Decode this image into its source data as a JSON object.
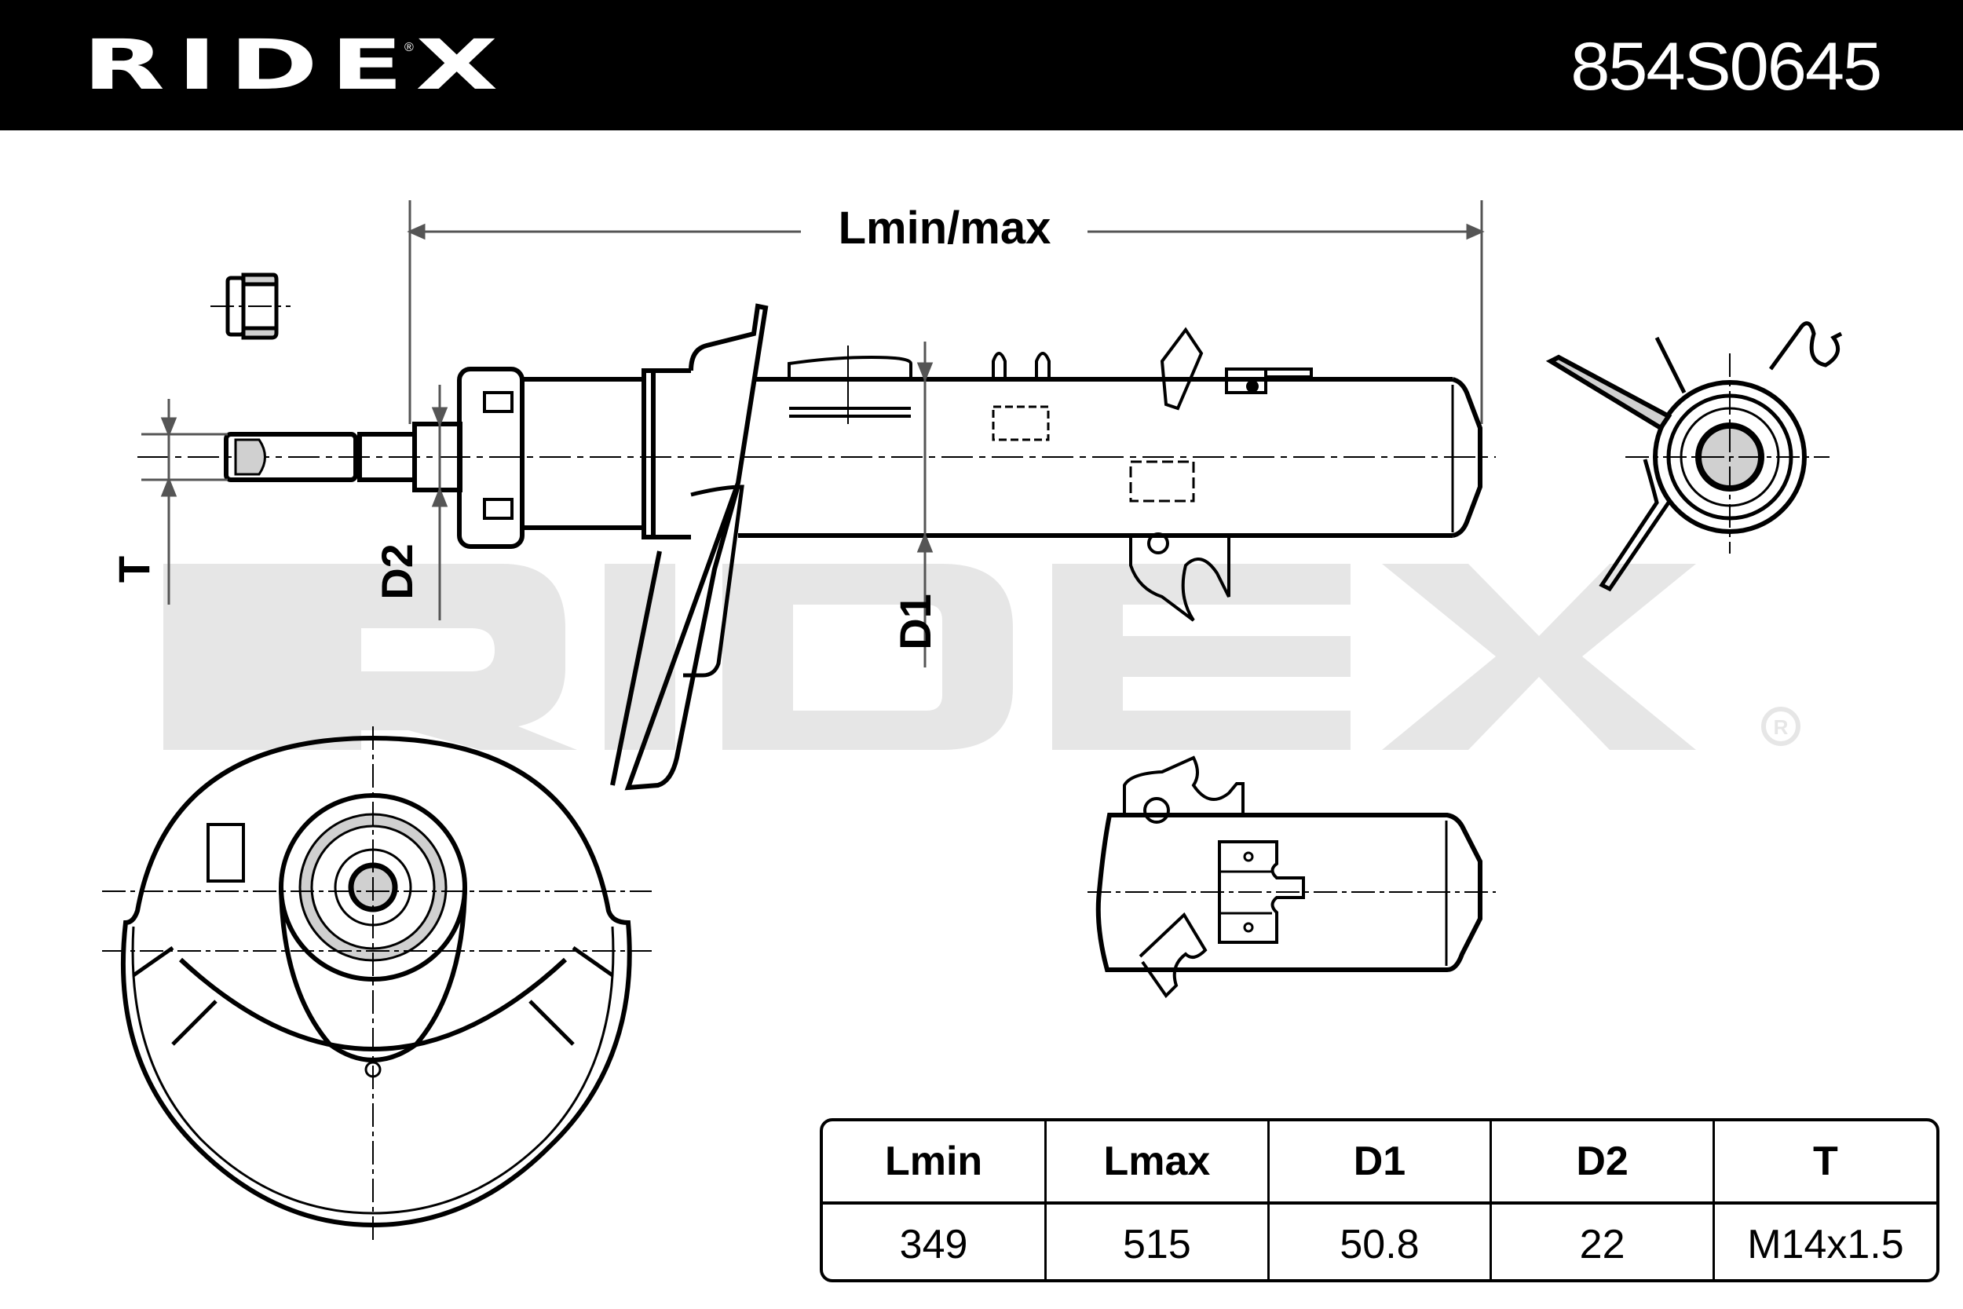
{
  "header": {
    "brand": "RIDEX",
    "registered_mark": "®",
    "part_number": "854S0645"
  },
  "drawing": {
    "dimension_labels": {
      "length": "Lmin/max",
      "thread": "T",
      "rod_diameter": "D2",
      "tube_diameter": "D1"
    },
    "watermark": "RIDEX",
    "watermark_mark": "®",
    "colors": {
      "line": "#000000",
      "dimension_line": "#555555",
      "watermark": "#e6e6e6",
      "fill_grey": "#d0d0d0"
    }
  },
  "spec_table": {
    "headers": [
      "Lmin",
      "Lmax",
      "D1",
      "D2",
      "T"
    ],
    "values": [
      "349",
      "515",
      "50.8",
      "22",
      "M14x1.5"
    ]
  }
}
